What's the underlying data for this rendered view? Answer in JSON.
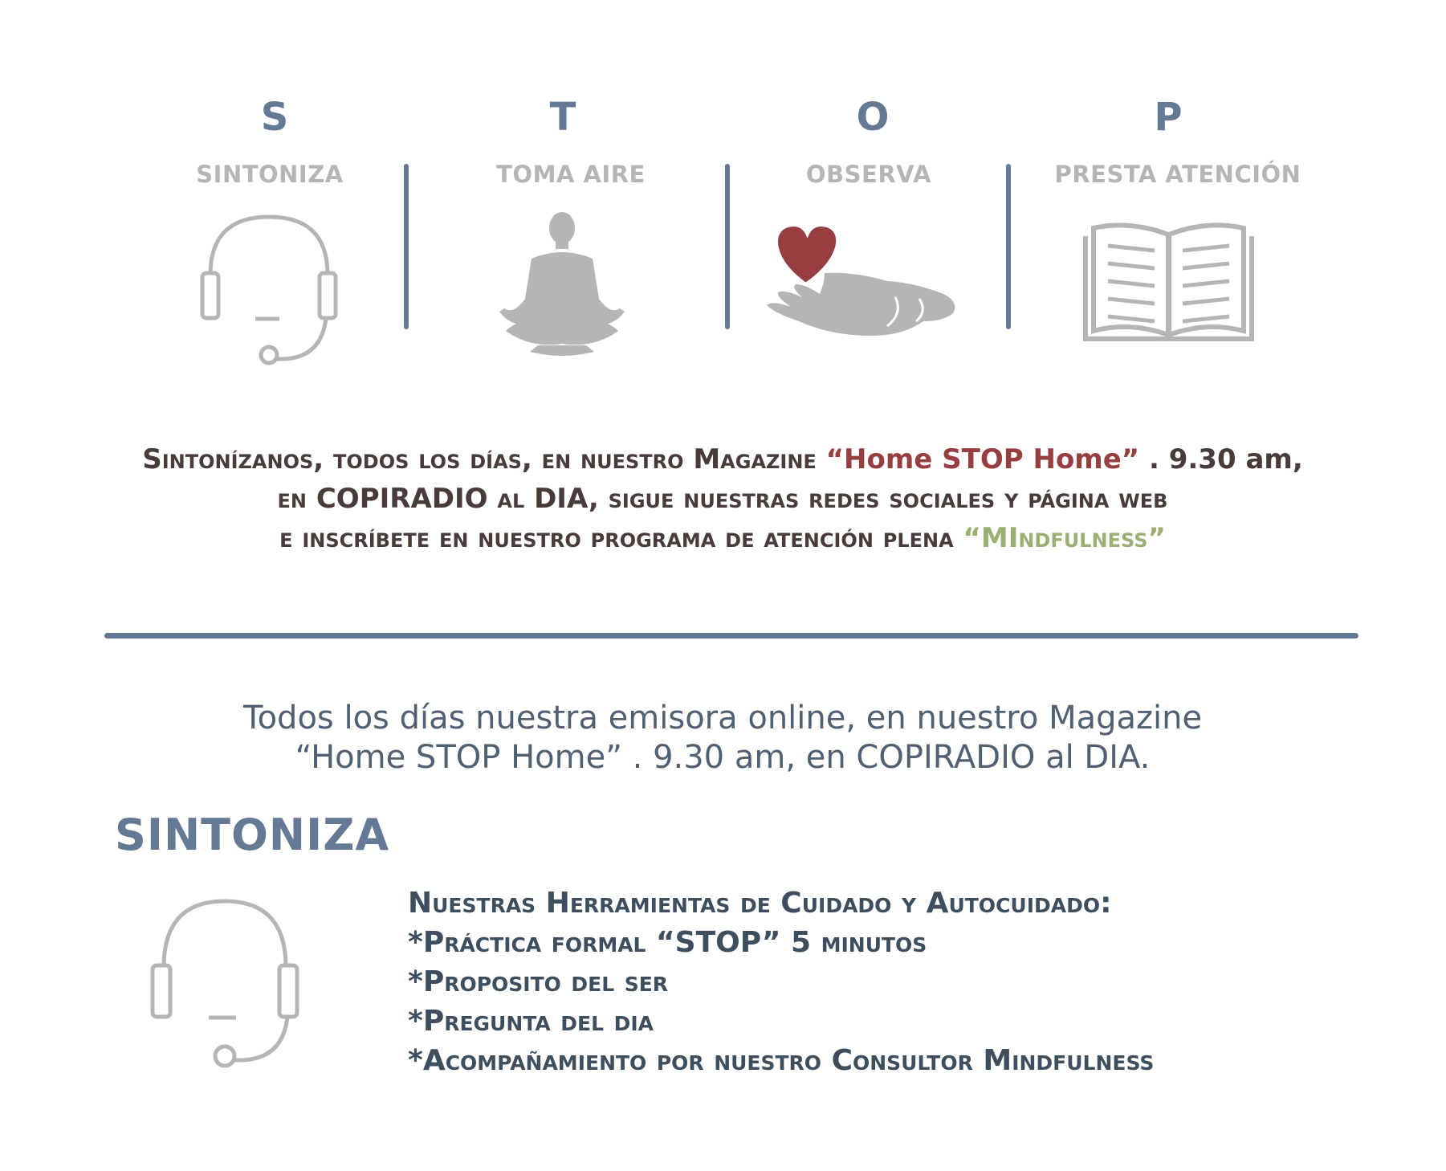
{
  "stop": [
    {
      "letter": "S",
      "label": "SINTONIZA",
      "icon": "headset-icon"
    },
    {
      "letter": "T",
      "label": "TOMA AIRE",
      "icon": "meditation-icon"
    },
    {
      "letter": "O",
      "label": "OBSERVA",
      "icon": "heart-hand-icon"
    },
    {
      "letter": "P",
      "label": "PRESTA ATENCIÓN",
      "icon": "open-book-icon"
    }
  ],
  "promo": {
    "line1_a": "Sintonízanos, todos los días, en nuestro  Magazine ",
    "line1_b": "“Home STOP Home”",
    "line1_c": " . 9.30 am,",
    "line2": "en COPIRADIO al DIA, sigue nuestras redes sociales y página web",
    "line3_a": "e inscríbete  en nuestro programa de atención plena ",
    "line3_b": "“MIndfulness”"
  },
  "subtitle": {
    "line1": "Todos los días nuestra emisora  online, en nuestro  Magazine",
    "line2": "“Home STOP Home” . 9.30 am, en COPIRADIO al DIA."
  },
  "section_title": "SINTONIZA",
  "tools": {
    "heading": "Nuestras Herramientas de Cuidado y Autocuidado:",
    "items": [
      "*Práctica formal “STOP” 5 minutos",
      "*Proposito del ser",
      "*Pregunta del dia",
      "*Acompañamiento por nuestro Consultor Mindfulness"
    ]
  },
  "colors": {
    "slate": "#647994",
    "gray": "#b5b5b5",
    "heart": "#973f40",
    "green": "#9caf72",
    "dark": "#4a3b3b"
  }
}
